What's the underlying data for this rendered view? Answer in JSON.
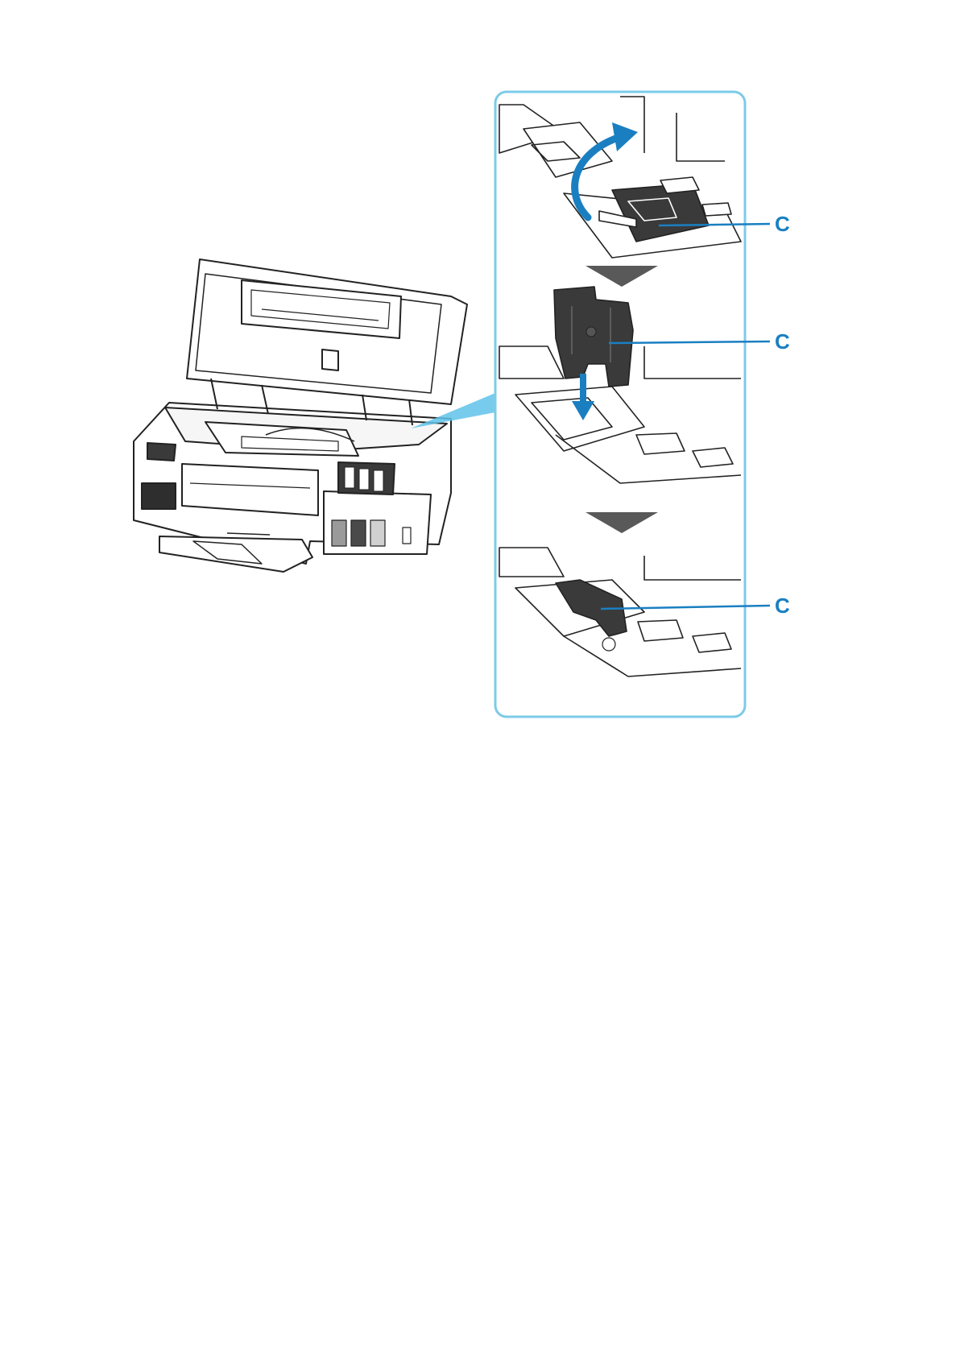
{
  "figure": {
    "callouts": [
      {
        "id": "c1",
        "label": "C"
      },
      {
        "id": "c2",
        "label": "C"
      },
      {
        "id": "c3",
        "label": "C"
      }
    ],
    "colors": {
      "accent": "#1a7fc1",
      "panel_border": "#7ccbe8",
      "highlight": "#5fc3ea",
      "line": "#222222",
      "dark_part": "#333333"
    }
  }
}
